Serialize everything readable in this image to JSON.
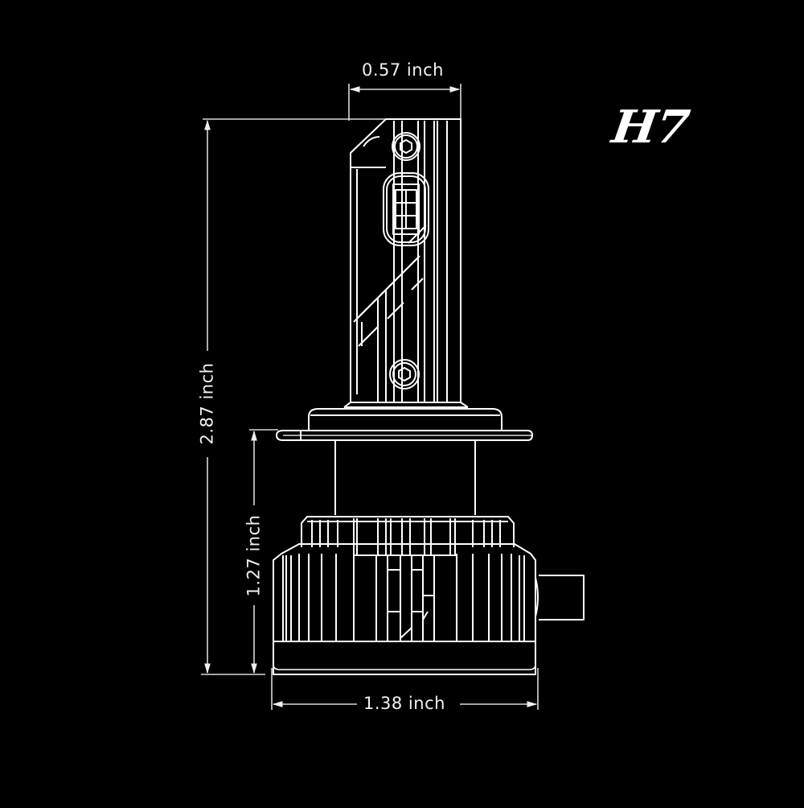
{
  "product": {
    "model": "H7",
    "type": "LED headlight bulb dimension drawing"
  },
  "dimensions": {
    "head_width": {
      "label": "0.57 inch",
      "value": 0.57,
      "unit": "inch"
    },
    "total_height": {
      "label": "2.87 inch",
      "value": 2.87,
      "unit": "inch"
    },
    "base_height": {
      "label": "1.27 inch",
      "value": 1.27,
      "unit": "inch"
    },
    "base_width": {
      "label": "1.38 inch",
      "value": 1.38,
      "unit": "inch"
    }
  },
  "colors": {
    "background": "#000000",
    "line": "#ffffff",
    "dimension_line": "#d8d8d8",
    "text": "#f2f2f2"
  }
}
